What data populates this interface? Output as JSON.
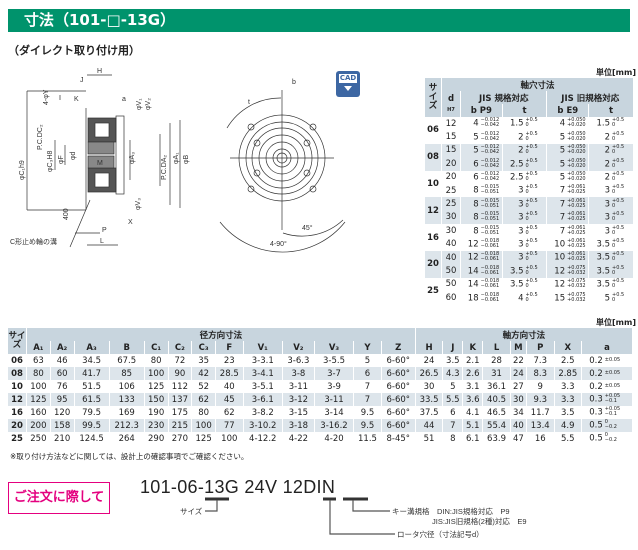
{
  "header": {
    "title": "寸法（101-□-13G）",
    "subtitle": "（ダイレクト取り付け用）",
    "cad_label": "CAD"
  },
  "drawing": {
    "labels": {
      "H": "H",
      "J": "J",
      "K": "K",
      "a": "a",
      "Y": "4-φY",
      "PCDC2": "P.C.DC₂",
      "C1": "φC₁h9",
      "C3": "φC₃H8",
      "F": "φF",
      "d": "φd",
      "M": "M",
      "A3": "φA₃",
      "PCDA2": "P.C.DA₂",
      "A1": "φA₁",
      "B": "φB",
      "V1": "φV₁",
      "V2": "φV₂",
      "V3": "φV₃",
      "X": "X",
      "G": "400",
      "P": "P",
      "L": "L",
      "groove": "C形止め輪の溝",
      "b": "b",
      "t": "t",
      "a45": "45°",
      "a490": "4-90°"
    }
  },
  "key_table": {
    "unit": "単位[mm]",
    "title": "軸穴寸法",
    "size_header": "サイズ",
    "d_header": "d",
    "d_sub": "H7",
    "jis_new": "JIS 規格対応",
    "jis_old": "JIS 旧規格対応",
    "b_p9": "b P9",
    "t": "t",
    "b_e9": "b E9",
    "rows": [
      {
        "size": "06",
        "d": "12",
        "b": "4",
        "bt": [
          "−0.012",
          "−0.042"
        ],
        "t": "1.5",
        "be": "4",
        "bet": [
          "+0.050",
          "+0.020"
        ],
        "te": "1.5"
      },
      {
        "size": "06",
        "d": "15",
        "b": "5",
        "bt": [
          "−0.012",
          "−0.042"
        ],
        "t": "2",
        "be": "5",
        "bet": [
          "+0.050",
          "+0.020"
        ],
        "te": "2"
      },
      {
        "size": "08",
        "d": "15",
        "b": "5",
        "bt": [
          "−0.012",
          "−0.042"
        ],
        "t": "2",
        "be": "5",
        "bet": [
          "+0.050",
          "+0.020"
        ],
        "te": "2"
      },
      {
        "size": "08",
        "d": "20",
        "b": "6",
        "bt": [
          "−0.012",
          "−0.042"
        ],
        "t": "2.5",
        "be": "5",
        "bet": [
          "+0.050",
          "+0.020"
        ],
        "te": "2"
      },
      {
        "size": "10",
        "d": "20",
        "b": "6",
        "bt": [
          "−0.012",
          "−0.042"
        ],
        "t": "2.5",
        "be": "5",
        "bet": [
          "+0.050",
          "+0.020"
        ],
        "te": "2"
      },
      {
        "size": "10",
        "d": "25",
        "b": "8",
        "bt": [
          "−0.015",
          "−0.051"
        ],
        "t": "3",
        "be": "7",
        "bet": [
          "+0.061",
          "+0.025"
        ],
        "te": "3"
      },
      {
        "size": "12",
        "d": "25",
        "b": "8",
        "bt": [
          "−0.015",
          "−0.051"
        ],
        "t": "3",
        "be": "7",
        "bet": [
          "+0.061",
          "+0.025"
        ],
        "te": "3"
      },
      {
        "size": "12",
        "d": "30",
        "b": "8",
        "bt": [
          "−0.015",
          "−0.051"
        ],
        "t": "3",
        "be": "7",
        "bet": [
          "+0.061",
          "+0.025"
        ],
        "te": "3"
      },
      {
        "size": "16",
        "d": "30",
        "b": "8",
        "bt": [
          "−0.015",
          "−0.051"
        ],
        "t": "3",
        "be": "7",
        "bet": [
          "+0.061",
          "+0.025"
        ],
        "te": "3"
      },
      {
        "size": "16",
        "d": "40",
        "b": "12",
        "bt": [
          "−0.018",
          "−0.061"
        ],
        "t": "3",
        "be": "10",
        "bet": [
          "+0.061",
          "+0.025"
        ],
        "te": "3.5"
      },
      {
        "size": "20",
        "d": "40",
        "b": "12",
        "bt": [
          "−0.018",
          "−0.061"
        ],
        "t": "3",
        "be": "10",
        "bet": [
          "+0.061",
          "+0.025"
        ],
        "te": "3.5"
      },
      {
        "size": "20",
        "d": "50",
        "b": "14",
        "bt": [
          "−0.018",
          "−0.061"
        ],
        "t": "3.5",
        "be": "12",
        "bet": [
          "+0.075",
          "+0.032"
        ],
        "te": "3.5"
      },
      {
        "size": "25",
        "d": "50",
        "b": "14",
        "bt": [
          "−0.018",
          "−0.061"
        ],
        "t": "3.5",
        "be": "12",
        "bet": [
          "+0.075",
          "+0.032"
        ],
        "te": "3.5"
      },
      {
        "size": "25",
        "d": "60",
        "b": "18",
        "bt": [
          "−0.018",
          "−0.061"
        ],
        "t": "4",
        "be": "15",
        "bet": [
          "+0.075",
          "+0.032"
        ],
        "te": "5"
      }
    ],
    "t_tol": [
      "+0.5",
      "0"
    ]
  },
  "dim_table": {
    "unit": "単位[mm]",
    "size_header": "サイズ",
    "radial_title": "径方向寸法",
    "axial_title": "軸方向寸法",
    "columns": [
      "A₁",
      "A₂",
      "A₃",
      "B",
      "C₁",
      "C₂",
      "C₃",
      "F",
      "V₁",
      "V₂",
      "V₃",
      "Y",
      "Z",
      "H",
      "J",
      "K",
      "L",
      "M",
      "P",
      "X",
      "a"
    ],
    "rows": [
      {
        "size": "06",
        "v": [
          "63",
          "46",
          "34.5",
          "67.5",
          "80",
          "72",
          "35",
          "23",
          "3-3.1",
          "3-6.3",
          "3-5.5",
          "5",
          "6-60°",
          "24",
          "3.5",
          "2.1",
          "28",
          "22",
          "7.3",
          "2.5",
          "0.2"
        ],
        "at": [
          "±0.05"
        ]
      },
      {
        "size": "08",
        "v": [
          "80",
          "60",
          "41.7",
          "85",
          "100",
          "90",
          "42",
          "28.5",
          "3-4.1",
          "3-8",
          "3-7",
          "6",
          "6-60°",
          "26.5",
          "4.3",
          "2.6",
          "31",
          "24",
          "8.3",
          "2.85",
          "0.2"
        ],
        "at": [
          "±0.05"
        ]
      },
      {
        "size": "10",
        "v": [
          "100",
          "76",
          "51.5",
          "106",
          "125",
          "112",
          "52",
          "40",
          "3-5.1",
          "3-11",
          "3-9",
          "7",
          "6-60°",
          "30",
          "5",
          "3.1",
          "36.1",
          "27",
          "9",
          "3.3",
          "0.2"
        ],
        "at": [
          "±0.05"
        ]
      },
      {
        "size": "12",
        "v": [
          "125",
          "95",
          "61.5",
          "133",
          "150",
          "137",
          "62",
          "45",
          "3-6.1",
          "3-12",
          "3-11",
          "7",
          "6-60°",
          "33.5",
          "5.5",
          "3.6",
          "40.5",
          "30",
          "9.3",
          "3.3",
          "0.3"
        ],
        "at": [
          "+0.05",
          "−0.1"
        ]
      },
      {
        "size": "16",
        "v": [
          "160",
          "120",
          "79.5",
          "169",
          "190",
          "175",
          "80",
          "62",
          "3-8.2",
          "3-15",
          "3-14",
          "9.5",
          "6-60°",
          "37.5",
          "6",
          "4.1",
          "46.5",
          "34",
          "11.7",
          "3.5",
          "0.3"
        ],
        "at": [
          "+0.05",
          "−0.1"
        ]
      },
      {
        "size": "20",
        "v": [
          "200",
          "158",
          "99.5",
          "212.3",
          "230",
          "215",
          "100",
          "77",
          "3-10.2",
          "3-18",
          "3-16.2",
          "9.5",
          "6-60°",
          "44",
          "7",
          "5.1",
          "55.4",
          "40",
          "13.4",
          "4.9",
          "0.5"
        ],
        "at": [
          "0",
          "−0.2"
        ]
      },
      {
        "size": "25",
        "v": [
          "250",
          "210",
          "124.5",
          "264",
          "290",
          "270",
          "125",
          "100",
          "4-12.2",
          "4-22",
          "4-20",
          "11.5",
          "8-45°",
          "51",
          "8",
          "6.1",
          "63.9",
          "47",
          "16",
          "5.5",
          "0.5"
        ],
        "at": [
          "0",
          "−0.2"
        ]
      }
    ],
    "note": "※取り付け方法などに関しては、設計上の確認事項でご確認ください。"
  },
  "order": {
    "button": "ご注文に際して",
    "model": "101-06-13G  24V  12DIN",
    "size_label": "サイズ",
    "key_label": "キー溝規格　DIN:JIS規格対応　P9",
    "key_label2": "JIS:JIS旧規格(2種)対応　E9",
    "bore_label": "ロータ穴径（寸法記号d）"
  },
  "colors": {
    "header": "#00936c",
    "table_header": "#c8d5de",
    "row_shade": "#dde5eb",
    "order_accent": "#e4007f",
    "cad": "#3d67a3"
  }
}
